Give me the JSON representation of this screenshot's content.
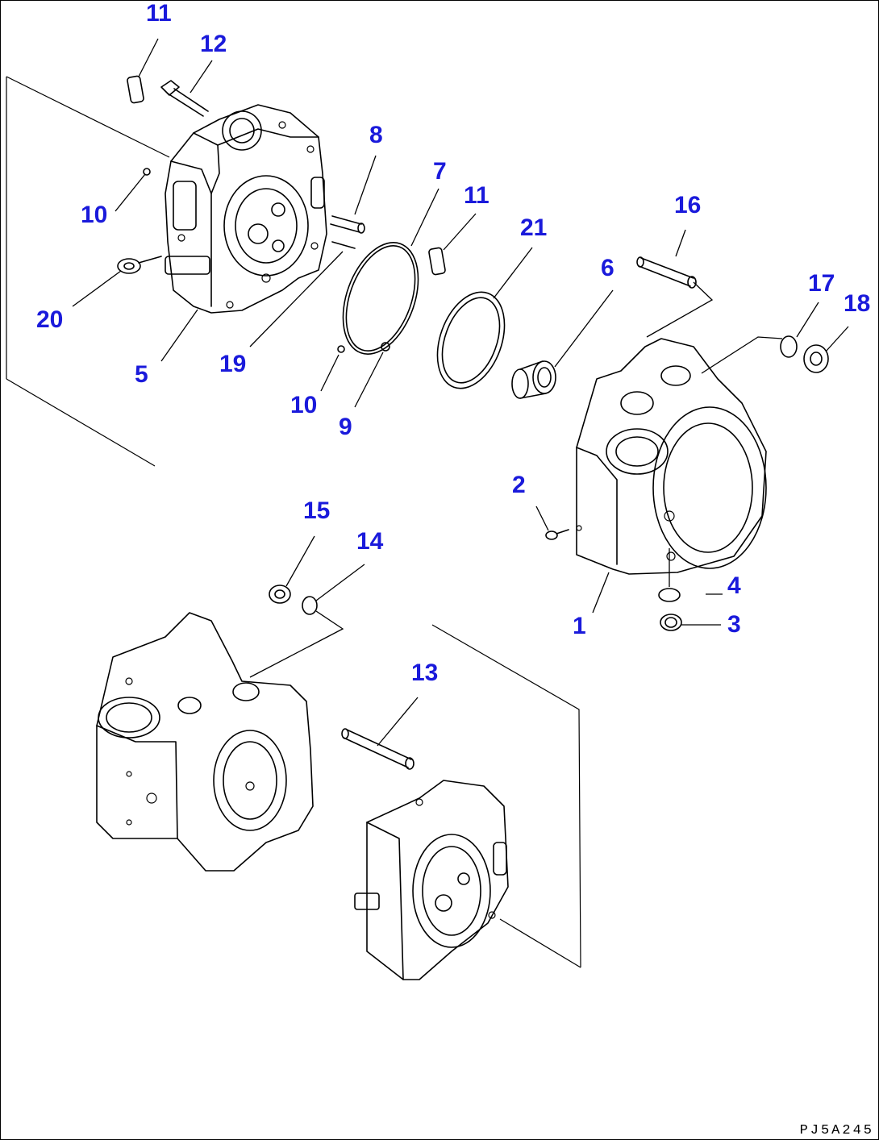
{
  "drawing_code": "PJ5A245",
  "callout_color": "#1a1adb",
  "callouts": {
    "c11a": "11",
    "c12": "12",
    "c8": "8",
    "c7": "7",
    "c11b": "11",
    "c21": "21",
    "c16": "16",
    "c10a": "10",
    "c6": "6",
    "c17": "17",
    "c18": "18",
    "c20": "20",
    "c19": "19",
    "c5": "5",
    "c10b": "10",
    "c9": "9",
    "c2": "2",
    "c15": "15",
    "c14": "14",
    "c4": "4",
    "c3": "3",
    "c1": "1",
    "c13": "13"
  }
}
